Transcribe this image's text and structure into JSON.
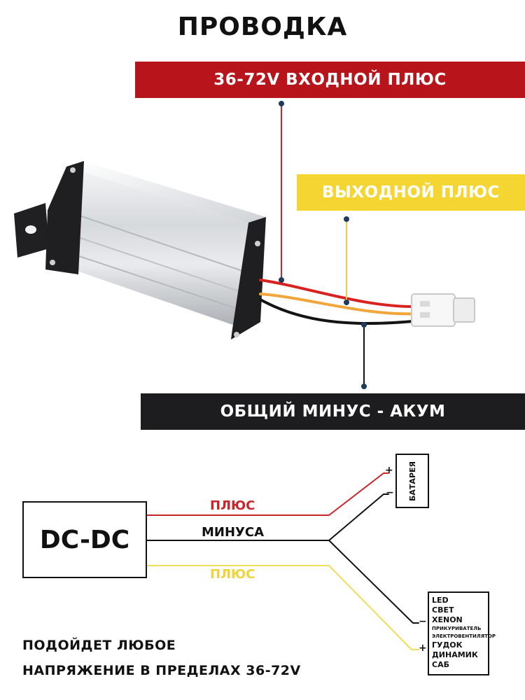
{
  "title": "ПРОВОДКА",
  "banners": {
    "input_plus": "36-72V ВХОДНОЙ ПЛЮС",
    "output_plus": "ВЫХОДНОЙ ПЛЮС",
    "common_minus": "ОБЩИЙ МИНУС - АКУМ"
  },
  "schematic": {
    "dcdc": "DC-DC",
    "wire_plus_top": "ПЛЮС",
    "wire_minus": "МИНУСА",
    "wire_plus_bottom": "ПЛЮС",
    "battery": "БАТАРЕЯ",
    "battery_plus": "+",
    "battery_minus": "−",
    "consumer_minus": "−",
    "consumer_plus": "+",
    "consumers": [
      "LED",
      "СВЕТ",
      "XENON",
      "ПРИКУРИВАТЕЛЬ",
      "ЭЛЕКТРОВЕНТИЛЯТОР",
      "ГУДОК",
      "ДИНАМИК",
      "САБ"
    ]
  },
  "bottom": {
    "line1": "ПОДОЙДЕТ ЛЮБОЕ",
    "line2": "НАПРЯЖЕНИЕ В ПРЕДЕЛАХ 36-72V"
  },
  "colors": {
    "red": "#b8141b",
    "yellow": "#f5d532",
    "black": "#1d1c1e"
  }
}
